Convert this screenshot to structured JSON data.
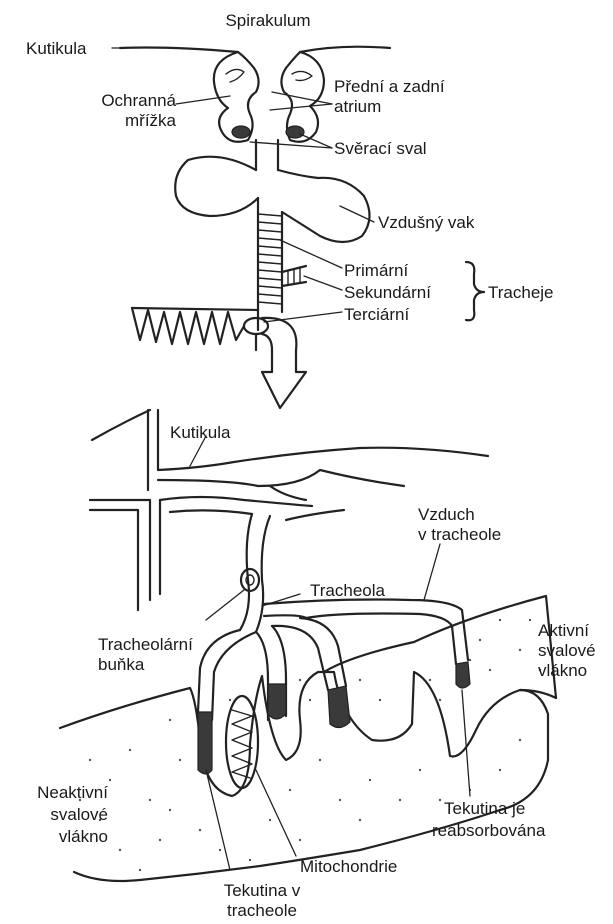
{
  "labels": {
    "spirakulum": "Spirakulum",
    "kutikula_top": "Kutikula",
    "predni_zadni_1": "Přední a zadní",
    "predni_zadni_2": "atrium",
    "ochranna_1": "Ochranná",
    "ochranna_2": "mřížka",
    "sveraci": "Svěrací sval",
    "vzdusny_vak": "Vzdušný vak",
    "primarni": "Primární",
    "sekundarni": "Sekundární",
    "terciarni": "Terciární",
    "tracheje": "Tracheje",
    "kutikula_bottom": "Kutikula",
    "vzduch_1": "Vzduch",
    "vzduch_2": "v tracheole",
    "tracheola": "Tracheola",
    "tracheolarni_1": "Tracheolární",
    "tracheolarni_2": "buňka",
    "aktivni_1": "Aktivní",
    "aktivni_2": "svalové",
    "aktivni_3": "vlákno",
    "neaktivni_1": "Neaktivní",
    "neaktivni_2": "svalové",
    "neaktivni_3": "vlákno",
    "tekutina_je_1": "Tekutina je",
    "tekutina_je_2": "reabsorbována",
    "mitochondrie": "Mitochondrie",
    "tekutina_v_1": "Tekutina v",
    "tekutina_v_2": "tracheole"
  },
  "colors": {
    "ink": "#222222",
    "fluid": "#3a3a3a",
    "background": "#ffffff"
  }
}
